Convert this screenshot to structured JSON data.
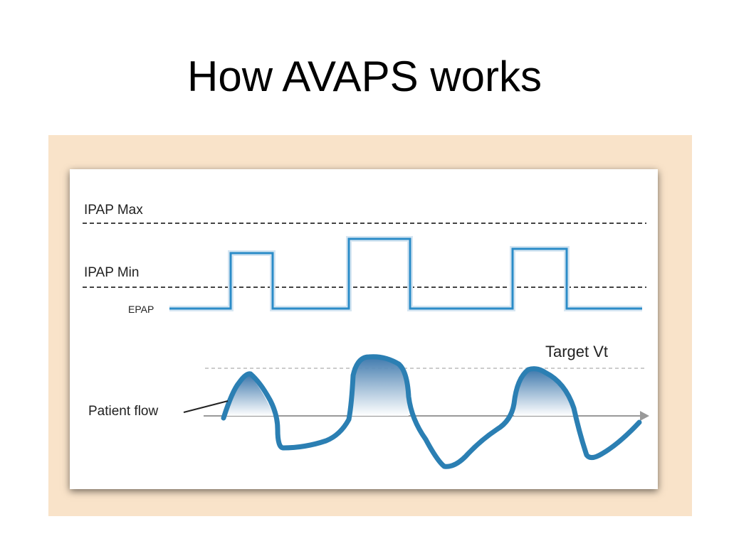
{
  "slide": {
    "title": "How AVAPS works"
  },
  "diagram": {
    "labels": {
      "ipap_max": "IPAP Max",
      "ipap_min": "IPAP Min",
      "epap": "EPAP",
      "target_vt": "Target Vt",
      "patient_flow": "Patient flow"
    },
    "colors": {
      "frame": "#f9e3c9",
      "pressure_line": "#2b8cc8",
      "flow_line": "#2b7fb3",
      "flow_fill_top": "#2f6ea6",
      "dashed": "#444444",
      "target_dashed": "#bbbbbb",
      "axis": "#999999"
    }
  }
}
